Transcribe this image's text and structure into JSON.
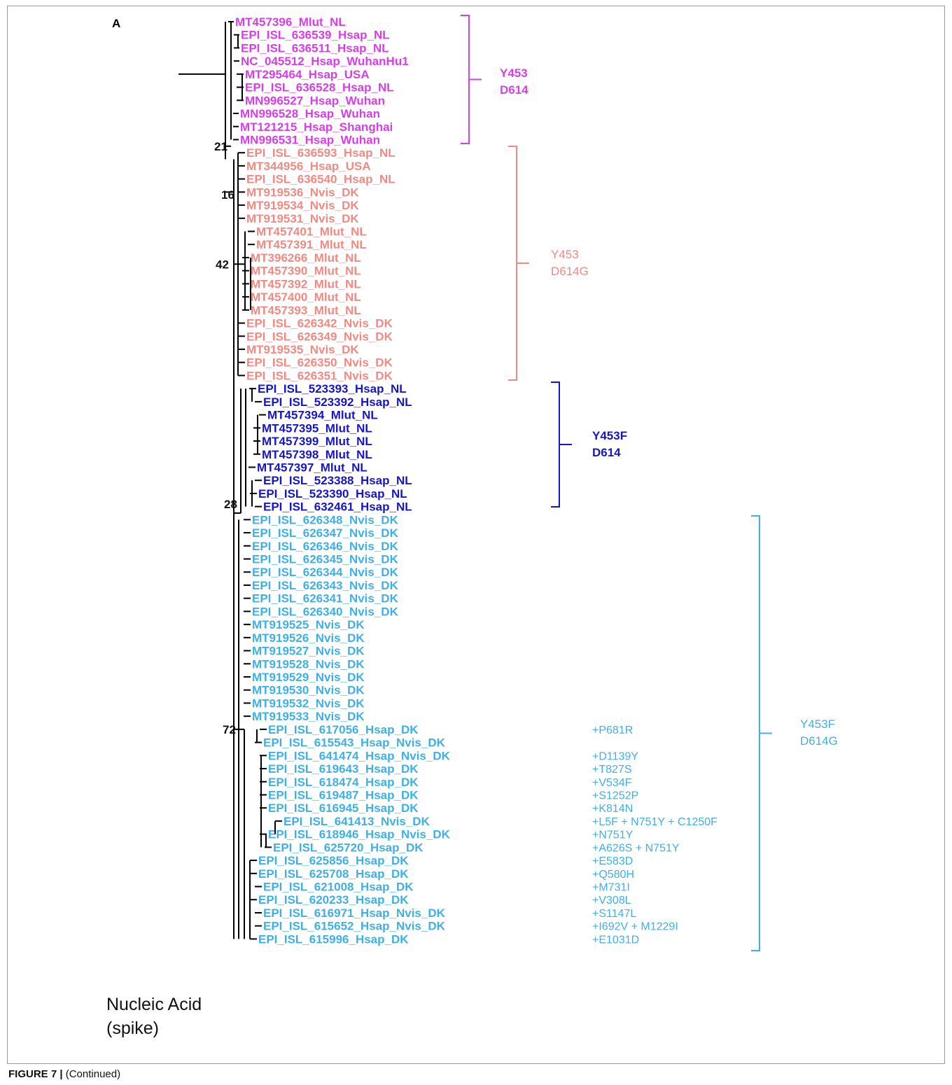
{
  "panel_label": "A",
  "footer": {
    "line1": "Nucleic Acid",
    "line2": "(spike)"
  },
  "caption": {
    "figure": "FIGURE 7 |",
    "note": "(Continued)"
  },
  "colors": {
    "magenta": "#d63ee8",
    "salmon": "#f08a82",
    "navy": "#1515cc",
    "cyan": "#3fb0e6",
    "branch": "#000000"
  },
  "groups": [
    {
      "id": "g1",
      "color": "#d63ee8",
      "labels": [
        "Y453",
        "D614"
      ]
    },
    {
      "id": "g2",
      "color": "#f08a82",
      "labels": [
        "Y453",
        "D614G"
      ]
    },
    {
      "id": "g3",
      "color": "#1515cc",
      "labels": [
        "Y453F",
        "D614"
      ]
    },
    {
      "id": "g4",
      "color": "#3fb0e6",
      "labels": [
        "Y453F",
        "D614G"
      ]
    }
  ],
  "bootstrap": [
    "21",
    "16",
    "42",
    "28",
    "72"
  ],
  "leaves": [
    {
      "name": "MT457396_Mlut_NL",
      "group": "g1"
    },
    {
      "name": "EPI_ISL_636539_Hsap_NL",
      "group": "g1"
    },
    {
      "name": "EPI_ISL_636511_Hsap_NL",
      "group": "g1"
    },
    {
      "name": "NC_045512_Hsap_WuhanHu1",
      "group": "g1"
    },
    {
      "name": "MT295464_Hsap_USA",
      "group": "g1"
    },
    {
      "name": "EPI_ISL_636528_Hsap_NL",
      "group": "g1"
    },
    {
      "name": "MN996527_Hsap_Wuhan",
      "group": "g1"
    },
    {
      "name": "MN996528_Hsap_Wuhan",
      "group": "g1"
    },
    {
      "name": "MT121215_Hsap_Shanghai",
      "group": "g1"
    },
    {
      "name": "MN996531_Hsap_Wuhan",
      "group": "g1"
    },
    {
      "name": "EPI_ISL_636593_Hsap_NL",
      "group": "g2"
    },
    {
      "name": "MT344956_Hsap_USA",
      "group": "g2"
    },
    {
      "name": "EPI_ISL_636540_Hsap_NL",
      "group": "g2"
    },
    {
      "name": "MT919536_Nvis_DK",
      "group": "g2"
    },
    {
      "name": "MT919534_Nvis_DK",
      "group": "g2"
    },
    {
      "name": "MT919531_Nvis_DK",
      "group": "g2"
    },
    {
      "name": "MT457401_Mlut_NL",
      "group": "g2"
    },
    {
      "name": "MT457391_Mlut_NL",
      "group": "g2"
    },
    {
      "name": "MT396266_Mlut_NL",
      "group": "g2"
    },
    {
      "name": "MT457390_Mlut_NL",
      "group": "g2"
    },
    {
      "name": "MT457392_Mlut_NL",
      "group": "g2"
    },
    {
      "name": "MT457400_Mlut_NL",
      "group": "g2"
    },
    {
      "name": "MT457393_Mlut_NL",
      "group": "g2"
    },
    {
      "name": "EPI_ISL_626342_Nvis_DK",
      "group": "g2"
    },
    {
      "name": "EPI_ISL_626349_Nvis_DK",
      "group": "g2"
    },
    {
      "name": "MT919535_Nvis_DK",
      "group": "g2"
    },
    {
      "name": "EPI_ISL_626350_Nvis_DK",
      "group": "g2"
    },
    {
      "name": "EPI_ISL_626351_Nvis_DK",
      "group": "g2"
    },
    {
      "name": "EPI_ISL_523393_Hsap_NL",
      "group": "g3"
    },
    {
      "name": "EPI_ISL_523392_Hsap_NL",
      "group": "g3"
    },
    {
      "name": "MT457394_Mlut_NL",
      "group": "g3"
    },
    {
      "name": "MT457395_Mlut_NL",
      "group": "g3"
    },
    {
      "name": "MT457399_Mlut_NL",
      "group": "g3"
    },
    {
      "name": "MT457398_Mlut_NL",
      "group": "g3"
    },
    {
      "name": "MT457397_Mlut_NL",
      "group": "g3"
    },
    {
      "name": "EPI_ISL_523388_Hsap_NL",
      "group": "g3"
    },
    {
      "name": "EPI_ISL_523390_Hsap_NL",
      "group": "g3"
    },
    {
      "name": "EPI_ISL_632461_Hsap_NL",
      "group": "g3"
    },
    {
      "name": "EPI_ISL_626348_Nvis_DK",
      "group": "g4"
    },
    {
      "name": "EPI_ISL_626347_Nvis_DK",
      "group": "g4"
    },
    {
      "name": "EPI_ISL_626346_Nvis_DK",
      "group": "g4"
    },
    {
      "name": "EPI_ISL_626345_Nvis_DK",
      "group": "g4"
    },
    {
      "name": "EPI_ISL_626344_Nvis_DK",
      "group": "g4"
    },
    {
      "name": "EPI_ISL_626343_Nvis_DK",
      "group": "g4"
    },
    {
      "name": "EPI_ISL_626341_Nvis_DK",
      "group": "g4"
    },
    {
      "name": "EPI_ISL_626340_Nvis_DK",
      "group": "g4"
    },
    {
      "name": "MT919525_Nvis_DK",
      "group": "g4"
    },
    {
      "name": "MT919526_Nvis_DK",
      "group": "g4"
    },
    {
      "name": "MT919527_Nvis_DK",
      "group": "g4"
    },
    {
      "name": "MT919528_Nvis_DK",
      "group": "g4"
    },
    {
      "name": "MT919529_Nvis_DK",
      "group": "g4"
    },
    {
      "name": "MT919530_Nvis_DK",
      "group": "g4"
    },
    {
      "name": "MT919532_Nvis_DK",
      "group": "g4"
    },
    {
      "name": "MT919533_Nvis_DK",
      "group": "g4"
    },
    {
      "name": "EPI_ISL_617056_Hsap_DK",
      "group": "g4",
      "mutation": "+P681R"
    },
    {
      "name": "EPI_ISL_615543_Hsap_Nvis_DK",
      "group": "g4"
    },
    {
      "name": "EPI_ISL_641474_Hsap_Nvis_DK",
      "group": "g4",
      "mutation": "+D1139Y"
    },
    {
      "name": "EPI_ISL_619643_Hsap_DK",
      "group": "g4",
      "mutation": "+T827S"
    },
    {
      "name": "EPI_ISL_618474_Hsap_DK",
      "group": "g4",
      "mutation": "+V534F"
    },
    {
      "name": "EPI_ISL_619487_Hsap_DK",
      "group": "g4",
      "mutation": "+S1252P"
    },
    {
      "name": "EPI_ISL_616945_Hsap_DK",
      "group": "g4",
      "mutation": "+K814N"
    },
    {
      "name": "EPI_ISL_641413_Nvis_DK",
      "group": "g4",
      "mutation": "+L5F + N751Y + C1250F"
    },
    {
      "name": "EPI_ISL_618946_Hsap_Nvis_DK",
      "group": "g4",
      "mutation": "+N751Y"
    },
    {
      "name": "EPI_ISL_625720_Hsap_DK",
      "group": "g4",
      "mutation": "+A626S + N751Y"
    },
    {
      "name": "EPI_ISL_625856_Hsap_DK",
      "group": "g4",
      "mutation": "+E583D"
    },
    {
      "name": "EPI_ISL_625708_Hsap_DK",
      "group": "g4",
      "mutation": "+Q580H"
    },
    {
      "name": "EPI_ISL_621008_Hsap_DK",
      "group": "g4",
      "mutation": "+M731I"
    },
    {
      "name": "EPI_ISL_620233_Hsap_DK",
      "group": "g4",
      "mutation": "+V308L"
    },
    {
      "name": "EPI_ISL_616971_Hsap_Nvis_DK",
      "group": "g4",
      "mutation": "+S1147L"
    },
    {
      "name": "EPI_ISL_615652_Hsap_Nvis_DK",
      "group": "g4",
      "mutation": "+I692V + M1229I"
    },
    {
      "name": "EPI_ISL_615996_Hsap_DK",
      "group": "g4",
      "mutation": "+E1031D"
    }
  ]
}
